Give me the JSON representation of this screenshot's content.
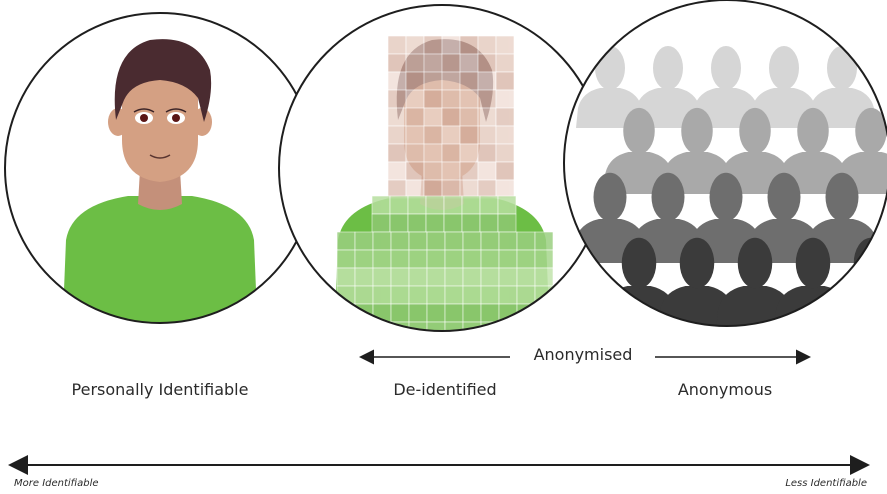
{
  "stages": {
    "personally_identifiable": "Personally Identifiable",
    "de_identified": "De-identified",
    "anonymous": "Anonymous"
  },
  "anonymised_label": "Anonymised",
  "scale": {
    "left": "More Identifiable",
    "right": "Less Identifiable"
  },
  "colors": {
    "skin": "#d4a083",
    "hair": "#4a2b30",
    "shirt": "#6cbe45",
    "outline": "#1e1e1e",
    "arrow": "#1e1e1e"
  },
  "icons": {
    "crowd_rows": [
      "#d6d6d6",
      "#a9a9a9",
      "#6e6e6e",
      "#3b3b3b"
    ]
  }
}
